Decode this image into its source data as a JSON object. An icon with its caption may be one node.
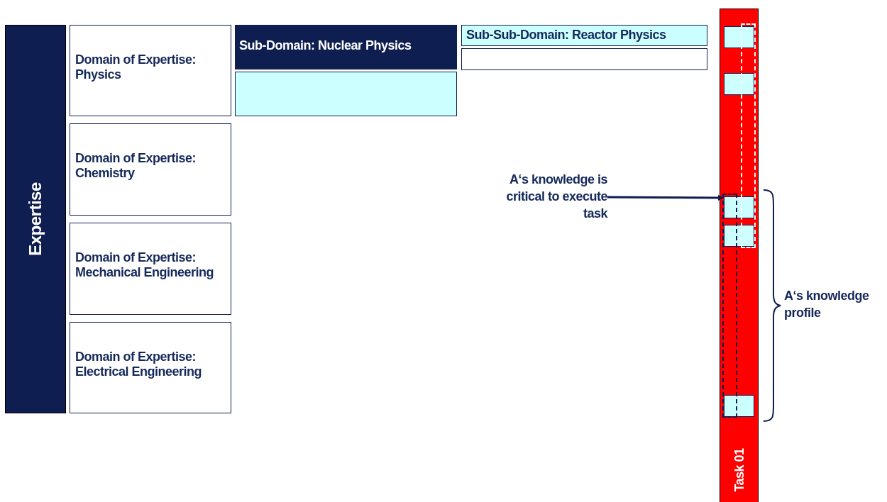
{
  "diagram": {
    "nodes": [
      {
        "text": [
          "Expertise"
        ]
      },
      {
        "text": [
          "Domain of Expertise: Physics"
        ]
      },
      {
        "text": [
          "Domain of Expertise: Chemistry"
        ]
      },
      {
        "text": [
          "Domain of Expertise: Mechanical Engineering"
        ]
      },
      {
        "text": [
          "Domain of Expertise: Electrical Engineering"
        ]
      },
      {
        "text": [
          "Sub-Domain: Nuclear Physics"
        ]
      },
      {
        "text": [],
        "shape": "box"
      },
      {
        "text": [
          "Sub-Sub-Domain: Reactor Physics"
        ]
      },
      {
        "text": [],
        "shape": "box"
      },
      {
        "text": [
          "Task 01"
        ]
      },
      {
        "text": [],
        "shape": "box",
        "in": 9
      },
      {
        "text": [],
        "shape": "box",
        "in": 9
      },
      {
        "text": [],
        "shape": "box",
        "in": 9
      },
      {
        "text": [],
        "shape": "box",
        "in": 9
      },
      {
        "text": [],
        "shape": "box",
        "in": 9
      },
      {
        "text": [
          "A‘s knowledge is critical to execute task"
        ]
      },
      {
        "text": [],
        "shape": "box",
        "in": 9
      },
      {
        "text": [],
        "shape": "box",
        "in": 9
      }
    ],
    "edges": [
      {
        "from": 15,
        "to": 12,
        "arrow": "to"
      }
    ],
    "labels": [
      "A‘s knowledge profile"
    ]
  }
}
